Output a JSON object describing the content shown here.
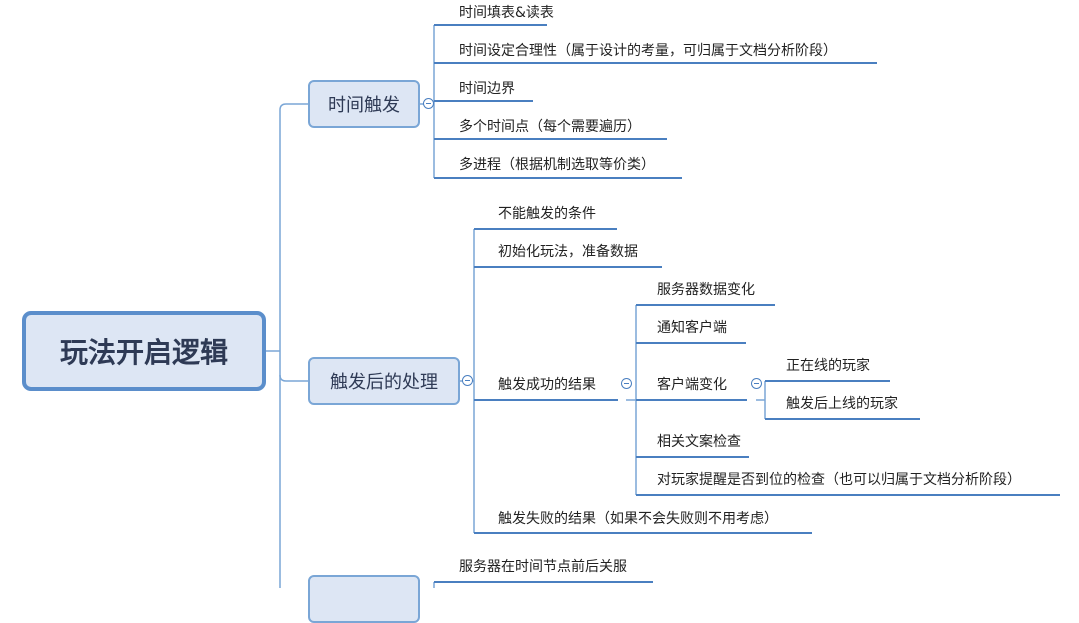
{
  "root": {
    "label": "玩法开启逻辑"
  },
  "branches": [
    {
      "label": "时间触发",
      "children": [
        {
          "label": "时间填表&读表"
        },
        {
          "label": "时间设定合理性（属于设计的考量，可归属于文档分析阶段）"
        },
        {
          "label": "时间边界"
        },
        {
          "label": "多个时间点（每个需要遍历）"
        },
        {
          "label": "多进程（根据机制选取等价类）"
        }
      ]
    },
    {
      "label": "触发后的处理",
      "children": [
        {
          "label": "不能触发的条件"
        },
        {
          "label": "初始化玩法，准备数据"
        },
        {
          "label": "触发成功的结果",
          "children": [
            {
              "label": "服务器数据变化"
            },
            {
              "label": "通知客户端"
            },
            {
              "label": "客户端变化",
              "children": [
                {
                  "label": "正在线的玩家"
                },
                {
                  "label": "触发后上线的玩家"
                }
              ]
            },
            {
              "label": "相关文案检查"
            },
            {
              "label": "对玩家提醒是否到位的检查（也可以归属于文档分析阶段）"
            }
          ]
        },
        {
          "label": "触发失败的结果（如果不会失败则不用考虑）"
        }
      ]
    },
    {
      "label": "",
      "children": [
        {
          "label": "服务器在时间节点前后关服"
        }
      ]
    }
  ],
  "colors": {
    "connector": "#7aa6d6",
    "underline": "#4a7fc0",
    "node_fill": "#dde6f4",
    "root_border": "#5b8ecb"
  }
}
